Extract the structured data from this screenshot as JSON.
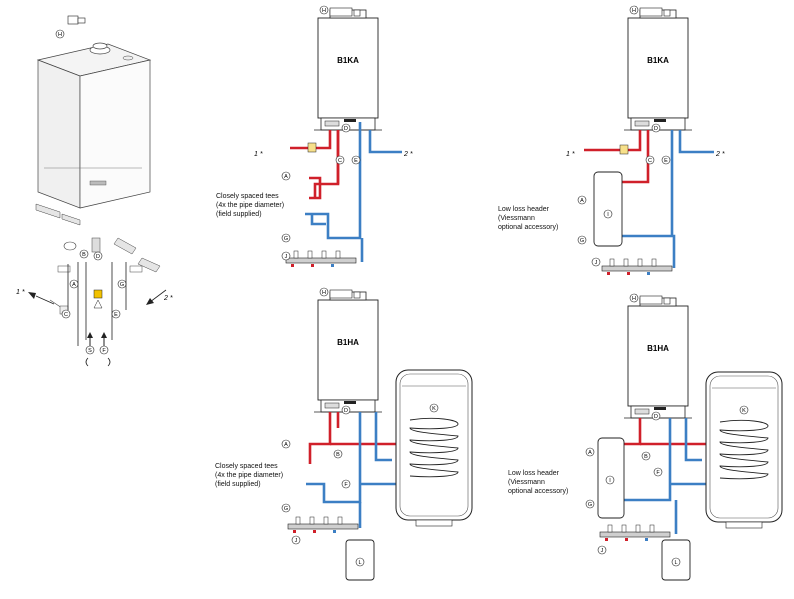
{
  "boilers": {
    "top_left_model": "B1KA",
    "top_right_model": "B1KA",
    "bottom_left_model": "B1HA",
    "bottom_right_model": "B1HA"
  },
  "circles": {
    "A": "A",
    "B": "B",
    "C": "C",
    "D": "D",
    "E": "E",
    "F": "F",
    "G": "G",
    "H": "H",
    "I": "I",
    "J": "J",
    "K": "K",
    "L": "L",
    "S": "S"
  },
  "supply_labels": {
    "one": "1 *",
    "two": "2 *"
  },
  "annotations": {
    "tees_1": "Closely spaced  tees",
    "tees_2": "(4x the pipe diameter)",
    "tees_3": "(field supplied)",
    "tees_b_1": "Closely spaced  tees",
    "tees_b_2": "(4x the pipe diameter)",
    "tees_b_3": "(field supplied)",
    "llh_1": "Low loss header",
    "llh_2": "(Viessmann",
    "llh_3": "optional accessory)",
    "llh_b_1": "Low loss header",
    "llh_b_2": "(Viessmann",
    "llh_b_3": "optional accessory)"
  },
  "colors": {
    "supply": "#d0202a",
    "return": "#3c7fc4",
    "outline": "#222222"
  }
}
